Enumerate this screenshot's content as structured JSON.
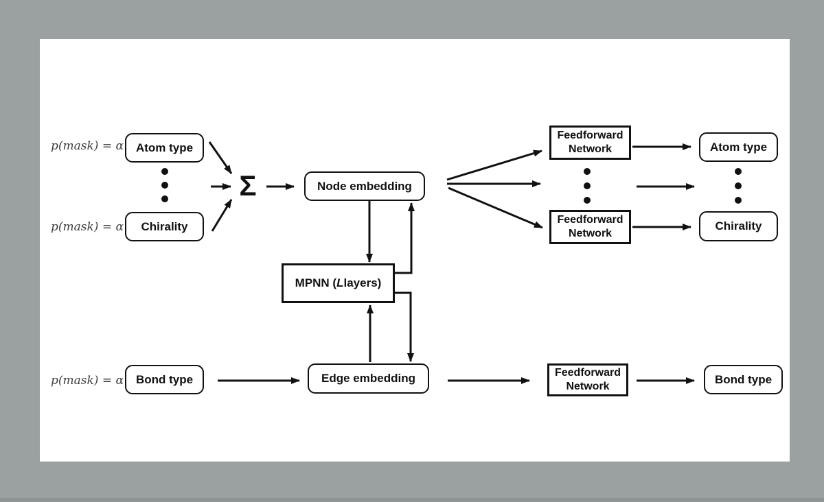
{
  "diagram": {
    "mask_label": "p(mask) = α",
    "sigma_symbol": "Σ",
    "boxes": {
      "atom_left": "Atom type",
      "chirality_left": "Chirality",
      "bond_left": "Bond type",
      "node_embedding": "Node embedding",
      "edge_embedding": "Edge embedding",
      "mpnn_prefix": "MPNN (",
      "mpnn_italic": "L",
      "mpnn_suffix": " layers)",
      "ffn_line1": "Feedforward",
      "ffn_line2": "Network",
      "atom_right": "Atom type",
      "chirality_right": "Chirality",
      "bond_right": "Bond type"
    },
    "colors": {
      "background": "#9ba0a0",
      "canvas": "#ffffff",
      "stroke": "#111111",
      "math_text": "#3d3d3d"
    }
  }
}
